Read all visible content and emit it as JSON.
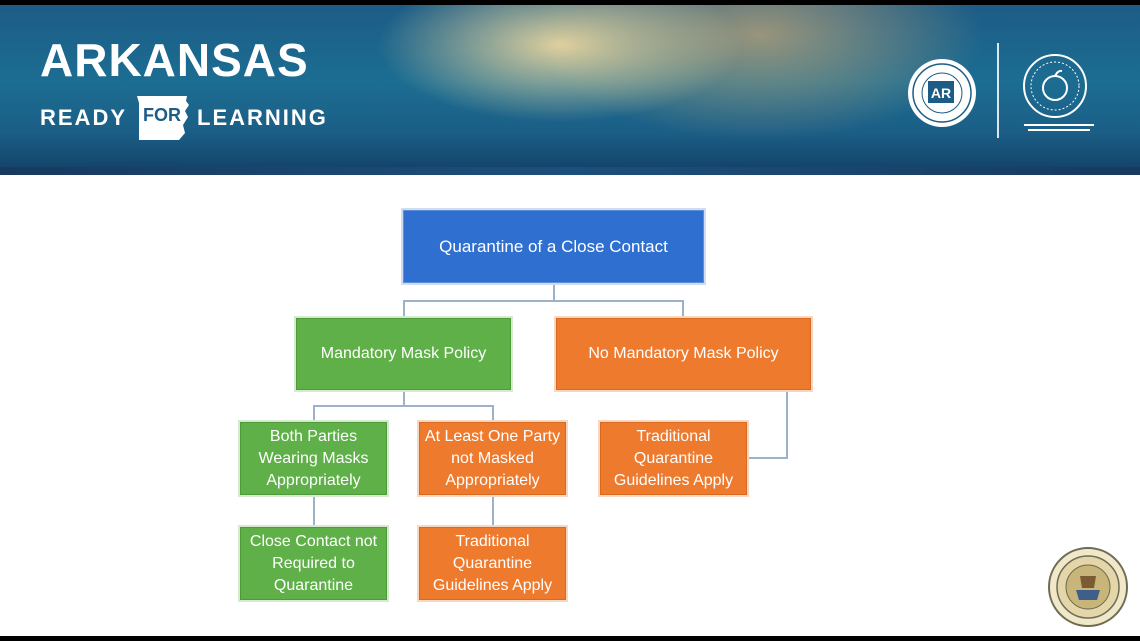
{
  "branding": {
    "title": "ARKANSAS",
    "tagline_ready": "READY",
    "tagline_for": "FOR",
    "tagline_learning": "LEARNING",
    "seal_ar_text": "AR"
  },
  "colors": {
    "blue": "#2f6fcf",
    "green": "#5fb048",
    "orange": "#ee7a2e",
    "connector": "#9db2c9"
  },
  "diagram": {
    "root": "Quarantine of a Close Contact",
    "left_branch": "Mandatory Mask Policy",
    "right_branch": "No Mandatory Mask Policy",
    "left_child_1": "Both Parties Wearing Masks Appropriately",
    "left_child_2": "At Least One Party not Masked Appropriately",
    "left_child_1_result": "Close Contact not Required to Quarantine",
    "left_child_2_result": "Traditional Quarantine Guidelines Apply",
    "right_child": "Traditional Quarantine Guidelines Apply"
  }
}
